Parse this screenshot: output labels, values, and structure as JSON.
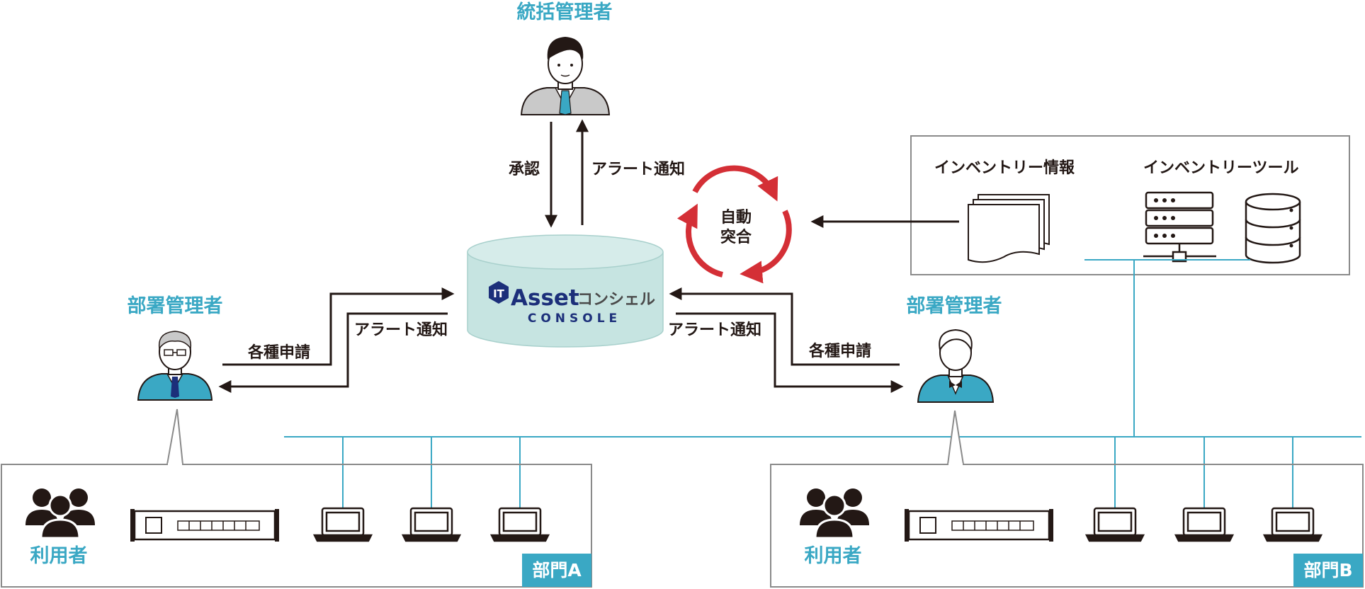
{
  "colors": {
    "accent": "#3aa8c4",
    "dark": "#231815",
    "red": "#d42f36",
    "navy": "#1c2f7a",
    "cylinder": "#c6e4e1",
    "box_border": "#8a8a8a"
  },
  "roles": {
    "central_admin": "統括管理者",
    "dept_admin_left": "部署管理者",
    "dept_admin_right": "部署管理者"
  },
  "flows": {
    "approval": "承認",
    "alert_top": "アラート通知",
    "requests_left": "各種申請",
    "alert_left": "アラート通知",
    "alert_right": "アラート通知",
    "requests_right": "各種申請"
  },
  "reconcile": {
    "line1": "自動",
    "line2": "突合"
  },
  "product": {
    "logo_it": "IT",
    "logo_asset": "Asset",
    "logo_kana": "コンシェル",
    "logo_sub": "CONSOLE"
  },
  "inventory": {
    "info_label": "インベントリー情報",
    "tool_label": "インベントリーツール"
  },
  "departments": [
    {
      "users_label": "利用者",
      "tag": "部門A"
    },
    {
      "users_label": "利用者",
      "tag": "部門B"
    }
  ],
  "icons": [
    "person-icon",
    "user-group-icon",
    "laptop-icon",
    "network-switch-icon",
    "document-stack-icon",
    "server-icon",
    "database-icon",
    "cycle-arrows-icon",
    "arrow-icon"
  ]
}
